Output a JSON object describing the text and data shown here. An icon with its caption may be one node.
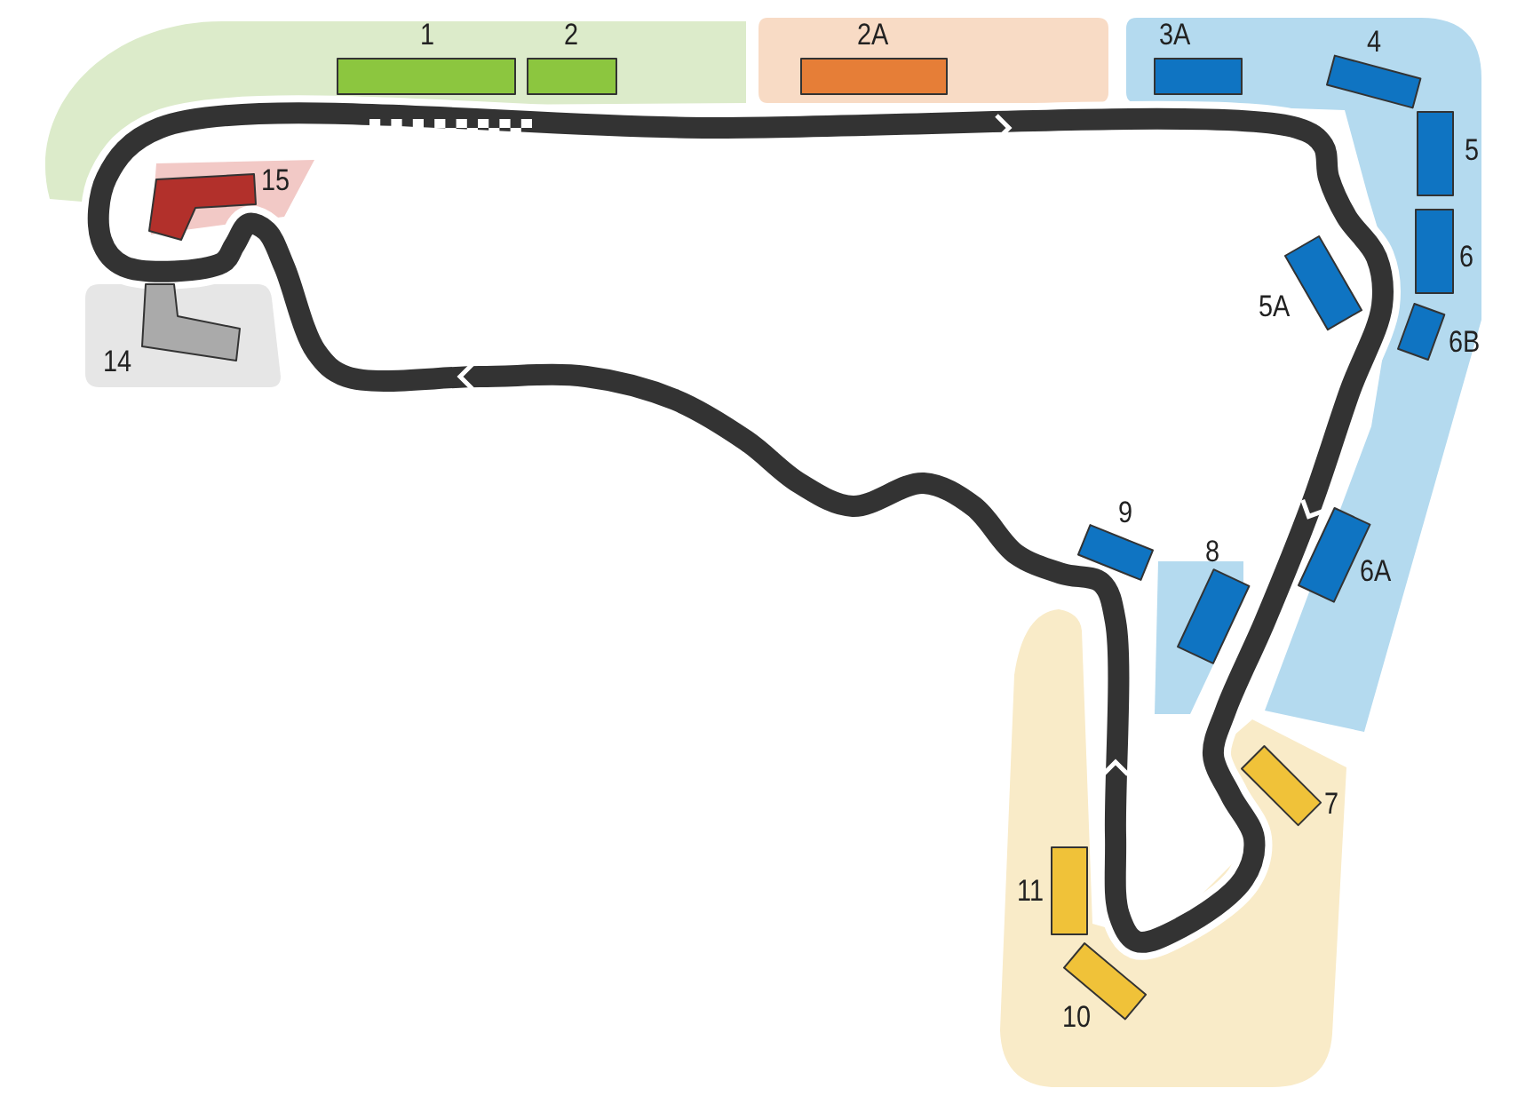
{
  "diagram": {
    "nodes": [
      {
        "text": [
          "1"
        ]
      },
      {
        "text": [
          "2"
        ]
      },
      {
        "text": [
          "2A"
        ]
      },
      {
        "text": [
          "3A"
        ]
      },
      {
        "text": [
          "4"
        ]
      },
      {
        "text": [
          "5"
        ]
      },
      {
        "text": [
          "6"
        ]
      },
      {
        "text": [
          "5A"
        ]
      },
      {
        "text": [
          "6B"
        ]
      },
      {
        "text": [
          "15"
        ]
      },
      {
        "text": [
          "14"
        ]
      },
      {
        "text": [
          "9"
        ]
      },
      {
        "text": [
          "8"
        ]
      },
      {
        "text": [
          "6A"
        ]
      },
      {
        "text": [
          "7"
        ]
      },
      {
        "text": [
          "11"
        ]
      },
      {
        "text": [
          "10"
        ]
      }
    ]
  }
}
